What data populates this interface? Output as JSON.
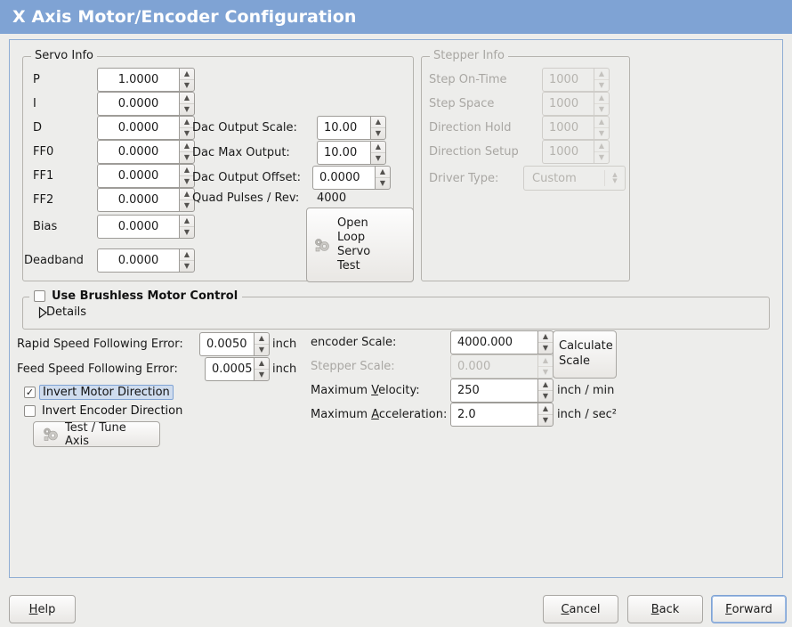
{
  "window": {
    "title": "X Axis Motor/Encoder Configuration",
    "titlebar_color": "#7fa3d4",
    "background_color": "#ededeb"
  },
  "servo_info": {
    "legend": "Servo Info",
    "fields": [
      {
        "label": "P",
        "value": "1.0000"
      },
      {
        "label": "I",
        "value": "0.0000"
      },
      {
        "label": "D",
        "value": "0.0000"
      },
      {
        "label": "FF0",
        "value": "0.0000"
      },
      {
        "label": "FF1",
        "value": "0.0000"
      },
      {
        "label": "FF2",
        "value": "0.0000"
      },
      {
        "label": "Bias",
        "value": "0.0000"
      },
      {
        "label": "Deadband",
        "value": "0.0000"
      }
    ],
    "dac": [
      {
        "label": "Dac Output Scale:",
        "value": "10.00"
      },
      {
        "label": "Dac Max Output:",
        "value": "10.00"
      },
      {
        "label": "Dac Output Offset:",
        "value": "0.0000"
      }
    ],
    "quad_pulses_label": "Quad Pulses / Rev:",
    "quad_pulses_value": "4000",
    "open_loop_button": "Open\nLoop\nServo\nTest",
    "open_loop_lines": [
      "Open",
      "Loop",
      "Servo",
      "Test"
    ]
  },
  "stepper_info": {
    "legend": "Stepper Info",
    "enabled": false,
    "fields": [
      {
        "label": "Step On-Time",
        "value": "1000"
      },
      {
        "label": "Step Space",
        "value": "1000"
      },
      {
        "label": "Direction Hold",
        "value": "1000"
      },
      {
        "label": "Direction Setup",
        "value": "1000"
      }
    ],
    "driver_type_label": "Driver Type:",
    "driver_type_value": "Custom"
  },
  "brushless": {
    "checkbox_label": "Use Brushless Motor Control",
    "checked": false,
    "details_label": "Details",
    "details_expanded": false
  },
  "following_error": {
    "rapid_label": "Rapid Speed Following Error:",
    "rapid_value": "0.0050",
    "rapid_unit": "inch",
    "feed_label": "Feed Speed Following Error:",
    "feed_value": "0.0005",
    "feed_unit": "inch"
  },
  "direction": {
    "invert_motor_label": "Invert Motor Direction",
    "invert_motor_checked": true,
    "invert_motor_focused": true,
    "invert_encoder_label": "Invert Encoder Direction",
    "invert_encoder_checked": false,
    "test_tune_button": "Test / Tune Axis"
  },
  "scales": {
    "encoder_label": "encoder Scale:",
    "encoder_value": "4000.000",
    "stepper_label": "Stepper Scale:",
    "stepper_value": "0.000",
    "stepper_enabled": false,
    "calculate_button_lines": [
      "Calculate",
      "Scale"
    ],
    "max_velocity_label_pre": "Maximum ",
    "max_velocity_label_key": "V",
    "max_velocity_label_post": "elocity:",
    "max_velocity_value": "250",
    "max_velocity_unit": "inch / min",
    "max_accel_label_pre": "Maximum ",
    "max_accel_label_key": "A",
    "max_accel_label_post": "cceleration:",
    "max_accel_value": "2.0",
    "max_accel_unit": "inch / sec²"
  },
  "buttons": {
    "help_key": "H",
    "help_rest": "elp",
    "cancel_key": "C",
    "cancel_rest": "ancel",
    "back_key": "B",
    "back_rest": "ack",
    "forward_key": "F",
    "forward_rest": "orward",
    "forward_focused": true
  }
}
